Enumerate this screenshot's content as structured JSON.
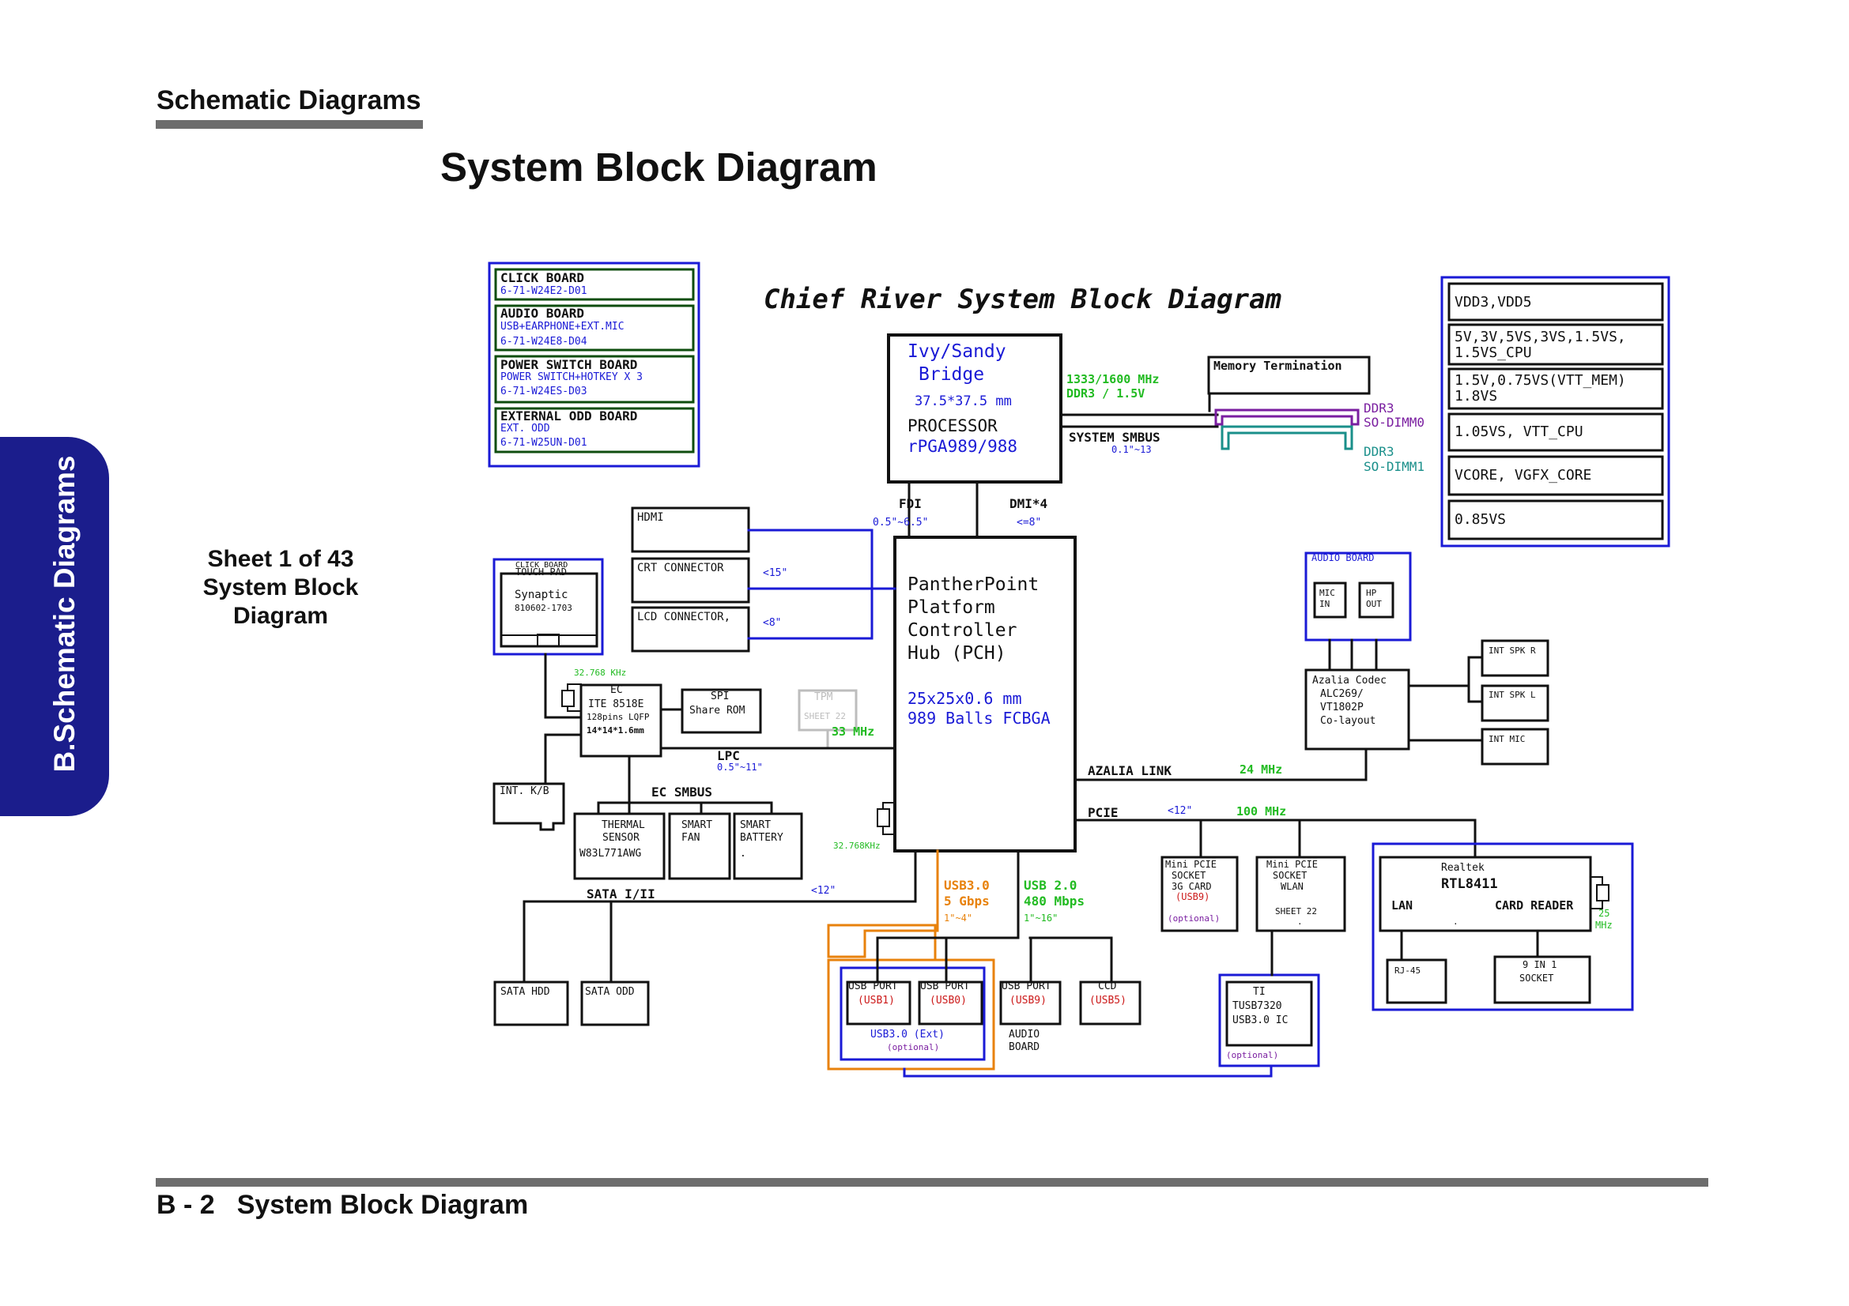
{
  "page": {
    "header": "Schematic  Diagrams",
    "title": "System Block Diagram",
    "side_tab": "B.Schematic Diagrams",
    "sheet_note": [
      "Sheet 1 of 43",
      "System Block",
      "Diagram"
    ],
    "footer_page": "B - 2",
    "footer_title": "System Block Diagram"
  },
  "diagram": {
    "title": "Chief River System Block Diagram",
    "boards": [
      {
        "name": "CLICK BOARD",
        "detail": [
          "6-71-W24E2-D01"
        ]
      },
      {
        "name": "AUDIO BOARD",
        "detail": [
          "USB+EARPHONE+EXT.MIC",
          "6-71-W24E8-D04"
        ]
      },
      {
        "name": "POWER SWITCH BOARD",
        "detail": [
          "POWER SWITCH+HOTKEY X 3",
          "6-71-W24ES-D03"
        ]
      },
      {
        "name": "EXTERNAL ODD BOARD",
        "detail": [
          "EXT. ODD",
          "6-71-W25UN-D01"
        ]
      }
    ],
    "cpu": {
      "name": [
        "Ivy/Sandy",
        "Bridge"
      ],
      "size": "37.5*37.5 mm",
      "label": "PROCESSOR",
      "package": "rPGA989/988"
    },
    "memory": {
      "freq": "1333/1600 MHz",
      "type": "DDR3 / 1.5V",
      "termination": "Memory Termination",
      "smbus": "SYSTEM SMBUS",
      "smbus_len": "0.1\"~13",
      "dimm0": [
        "DDR3",
        "SO-DIMM0"
      ],
      "dimm1": [
        "DDR3",
        "SO-DIMM1"
      ]
    },
    "power_rails": [
      "VDD3,VDD5",
      "5V,3V,5VS,3VS,1.5VS,",
      "1.5VS_CPU",
      "1.5V,0.75VS(VTT_MEM)",
      "1.8VS",
      "1.05VS, VTT_CPU",
      "VCORE, VGFX_CORE",
      "0.85VS"
    ],
    "fdi": {
      "label": "FDI",
      "len": "0.5\"~6.5\""
    },
    "dmi": {
      "label": "DMI*4",
      "len": "<=8\""
    },
    "pch": {
      "name": [
        "PantherPoint",
        "Platform",
        "Controller",
        "Hub (PCH)"
      ],
      "size": "25x25x0.6 mm",
      "balls": "989 Balls FCBGA"
    },
    "display": {
      "hdmi": "HDMI",
      "crt": "CRT CONNECTOR",
      "lcd": "LCD CONNECTOR,",
      "crt_len": "<15\"",
      "lcd_len": "<8\""
    },
    "touchpad": {
      "board": "CLICK BOARD",
      "name": "TOUCH PAD",
      "chip": "Synaptic",
      "part": "810602-1703"
    },
    "ec": {
      "clock": "32.768 KHz",
      "name": "EC",
      "chip": "ITE 8518E",
      "pins": "128pins LQFP",
      "size": "14*14*1.6mm"
    },
    "spi": [
      "SPI",
      "Share ROM"
    ],
    "tpm": [
      "TPM",
      "SHEET 22"
    ],
    "lpc": {
      "label": "LPC",
      "len": "0.5\"~11\"",
      "clock": "33 MHz"
    },
    "keyboard": "INT. K/B",
    "ec_smbus": "EC SMBUS",
    "thermal": [
      "THERMAL",
      "SENSOR",
      "W83L771AWG"
    ],
    "fan": [
      "SMART",
      "FAN"
    ],
    "battery": [
      "SMART",
      "BATTERY",
      "."
    ],
    "rtc_clock": "32.768KHz",
    "sata": {
      "label": "SATA I/II",
      "len": "<12\"",
      "hdd": "SATA HDD",
      "odd": "SATA ODD"
    },
    "audio_board": {
      "title": "AUDIO BOARD",
      "mic": [
        "MIC",
        "IN"
      ],
      "hp": [
        "HP",
        "OUT"
      ]
    },
    "codec": [
      "Azalia Codec",
      "ALC269/",
      "VT1802P",
      "Co-layout"
    ],
    "speakers": [
      "INT SPK R",
      "INT SPK L",
      "INT MIC"
    ],
    "azalia": {
      "label": "AZALIA LINK",
      "clock": "24 MHz"
    },
    "pcie": {
      "label": "PCIE",
      "len": "<12\"",
      "clock": "100 MHz"
    },
    "minipcie_3g": [
      "Mini PCIE",
      "SOCKET",
      "3G CARD",
      "(USB9)",
      "(optional)"
    ],
    "minipcie_wlan": [
      "Mini PCIE",
      "SOCKET",
      "WLAN",
      "SHEET 22",
      "."
    ],
    "realtek": {
      "vendor": "Realtek",
      "chip": "RTL8411",
      "lan": "LAN",
      "card": "CARD READER",
      "dot": ".",
      "clock": [
        "25",
        "MHz"
      ],
      "rj45": "RJ-45",
      "socket": [
        "9 IN 1",
        "SOCKET"
      ]
    },
    "usb3": {
      "label": "USB3.0",
      "speed": "5 Gbps",
      "len": "1\"~4\""
    },
    "usb2": {
      "label": "USB 2.0",
      "speed": "480 Mbps",
      "len": "1\"~16\""
    },
    "usb_ports": [
      {
        "name": "USB PORT",
        "id": "(USB1)"
      },
      {
        "name": "USB PORT",
        "id": "(USB0)"
      },
      {
        "name": "USB PORT",
        "id": "(USB9)"
      }
    ],
    "ccd": {
      "name": "CCD",
      "id": "(USB5)"
    },
    "usb3_ext": {
      "label": "USB3.0 (Ext)",
      "note": "(optional)"
    },
    "audio_board_label": [
      "AUDIO",
      "BOARD"
    ],
    "ti": {
      "name": [
        "TI",
        "TUSB7320",
        "USB3.0 IC"
      ],
      "note": "(optional)"
    },
    "colors": {
      "blue": "#1a1ad6",
      "green": "#22bb22",
      "orange": "#e8820c",
      "purple": "#7a1ea0",
      "teal": "#1a8f8a",
      "navy": "#1b1d8c",
      "red": "#cc1a1a"
    }
  }
}
